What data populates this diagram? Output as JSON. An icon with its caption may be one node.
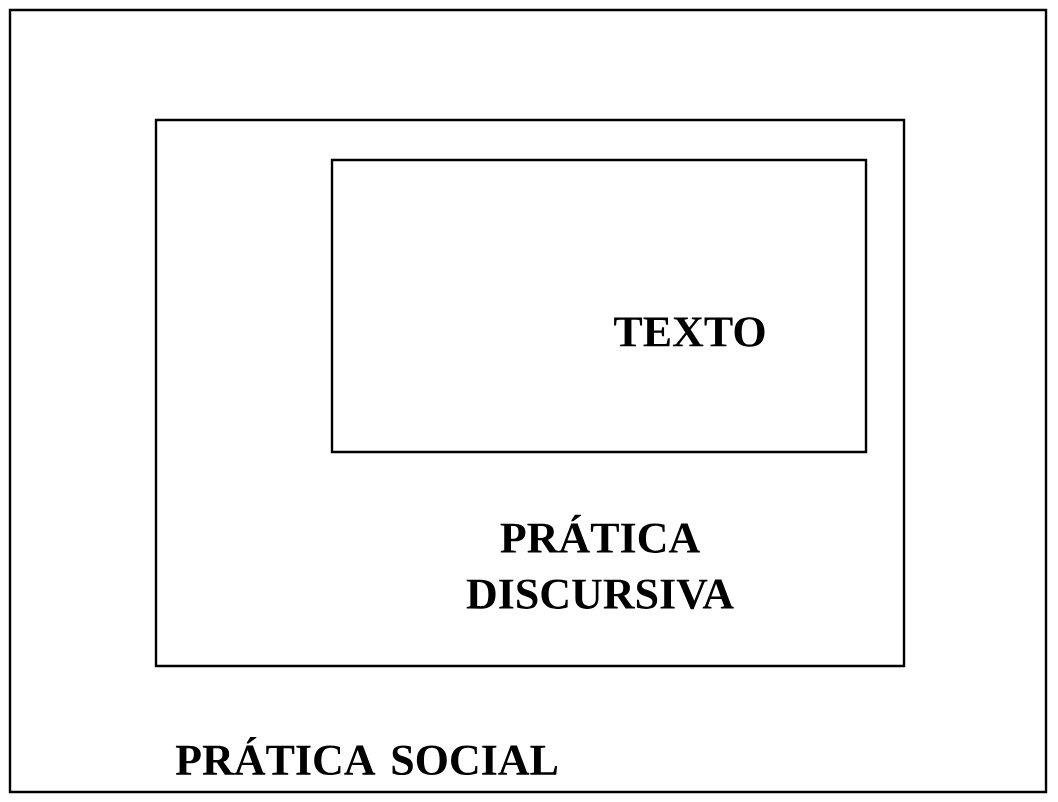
{
  "diagram": {
    "nodes": [
      {
        "text": [
          "PRÁTICA SOCIAL"
        ]
      },
      {
        "text": [
          "PRÁTICA DISCURSIVA"
        ],
        "in": 0
      },
      {
        "text": [
          "TEXTO"
        ],
        "in": 1
      }
    ]
  }
}
